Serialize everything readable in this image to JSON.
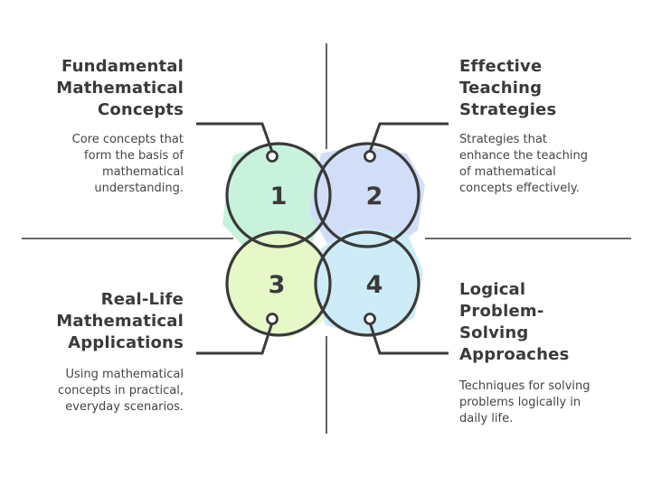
{
  "items": [
    {
      "number": "1",
      "title": "Fundamental\nMathematical\nConcepts",
      "description": "Core concepts that\nform the basis of\nmathematical\nunderstanding.",
      "fill_color": "#c8f2dc"
    },
    {
      "number": "2",
      "title": "Effective\nTeaching\nStrategies",
      "description": "Strategies that\nenhance the teaching\nof mathematical\nconcepts effectively.",
      "fill_color": "#d2def8"
    },
    {
      "number": "3",
      "title": "Real-Life\nMathematical\nApplications",
      "description": "Using mathematical\nconcepts in practical,\neveryday scenarios.",
      "fill_color": "#e6f8c8"
    },
    {
      "number": "4",
      "title": "Logical\nProblem-\nSolving\nApproaches",
      "description": "Techniques for solving\nproblems logically in\ndaily life.",
      "fill_color": "#cdecf8"
    }
  ],
  "colors": {
    "stroke": "#3a3a3a",
    "text": "#3a3a3a"
  }
}
